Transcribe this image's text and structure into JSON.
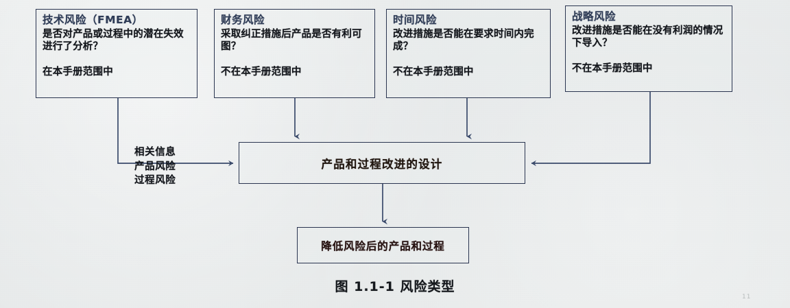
{
  "figure": {
    "caption": "图 1.1-1  风险类型",
    "page_mark": "11"
  },
  "risk_boxes": [
    {
      "id": "technical-risk",
      "title": "技术风险（FMEA）",
      "question": "是否对产品或过程中的潜在失效进行了分析？",
      "scope": "在本手册范围中"
    },
    {
      "id": "financial-risk",
      "title": "财务风险",
      "question": "采取纠正措施后产品是否有利可图？",
      "scope": "不在本手册范围中"
    },
    {
      "id": "time-risk",
      "title": "时间风险",
      "question": "改进措施是否能在要求时间内完成？",
      "scope": "不在本手册范围中"
    },
    {
      "id": "strategic-risk",
      "title": "战略风险",
      "question": "改进措施是否能在没有利润的情况下导入？",
      "scope": "不在本手册范围中"
    }
  ],
  "flow_label": {
    "line1": "相关信息",
    "line2": "产品风险",
    "line3": "过程风险"
  },
  "center_node": {
    "label": "产品和过程改进的设计"
  },
  "bottom_node": {
    "label": "降低风险后的产品和过程"
  },
  "colors": {
    "stroke": "#2a3550",
    "arrow": "#3a4a6b",
    "title_text": "#2f3c57",
    "body_text": "#13161c",
    "paper": "#e6e9ea"
  }
}
